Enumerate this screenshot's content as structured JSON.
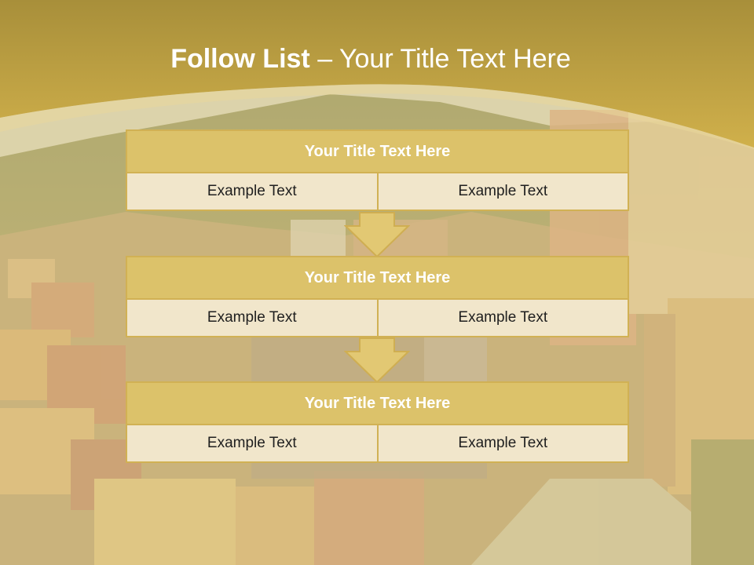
{
  "slide": {
    "title_bold": "Follow List",
    "title_rest": "– Your Title Text Here"
  },
  "colors": {
    "header_gold": "#c9a93e",
    "block_title_fill": "#dcc26a",
    "block_border": "#d1b154",
    "cell_fill": "#f1e6cb",
    "arrow_fill": "#e2c873"
  },
  "icons": [
    "down-arrow-icon"
  ],
  "steps": [
    {
      "title": "Your Title Text Here",
      "left": "Example Text",
      "right": "Example Text"
    },
    {
      "title": "Your Title Text Here",
      "left": "Example Text",
      "right": "Example Text"
    },
    {
      "title": "Your Title Text Here",
      "left": "Example Text",
      "right": "Example Text"
    }
  ]
}
